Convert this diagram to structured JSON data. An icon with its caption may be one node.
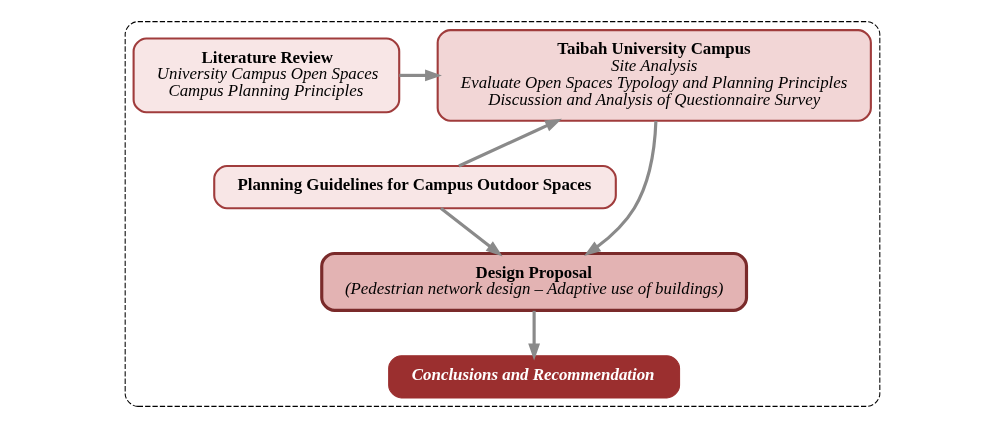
{
  "diagram": {
    "nodes": [
      {
        "text": [],
        "shape": "box"
      },
      {
        "text": [
          "Literature Review",
          "University Campus Open Spaces",
          "Campus Planning Principles"
        ],
        "in": 0
      },
      {
        "text": [
          "Planning Guidelines for Campus Outdoor Spaces"
        ],
        "in": 0
      },
      {
        "text": [
          "Taibah University Campus",
          "Site Analysis",
          "Evaluate Open Spaces Typology and Planning Principles",
          "Discussion and Analysis of Questionnaire Survey"
        ],
        "in": 0
      },
      {
        "text": [
          "Design Proposal",
          "(Pedestrian network design – Adaptive use of buildings)"
        ],
        "in": 0
      },
      {
        "text": [
          "Conclusions and Recommendation"
        ],
        "in": 0
      }
    ],
    "edges": [
      {
        "from": 1,
        "to": 3,
        "arrow": "to"
      },
      {
        "from": 2,
        "to": 3,
        "arrow": "to"
      },
      {
        "from": 2,
        "to": 4,
        "arrow": "to"
      },
      {
        "from": 3,
        "to": 4,
        "arrow": "to"
      },
      {
        "from": 4,
        "to": 5,
        "arrow": "to"
      }
    ]
  }
}
